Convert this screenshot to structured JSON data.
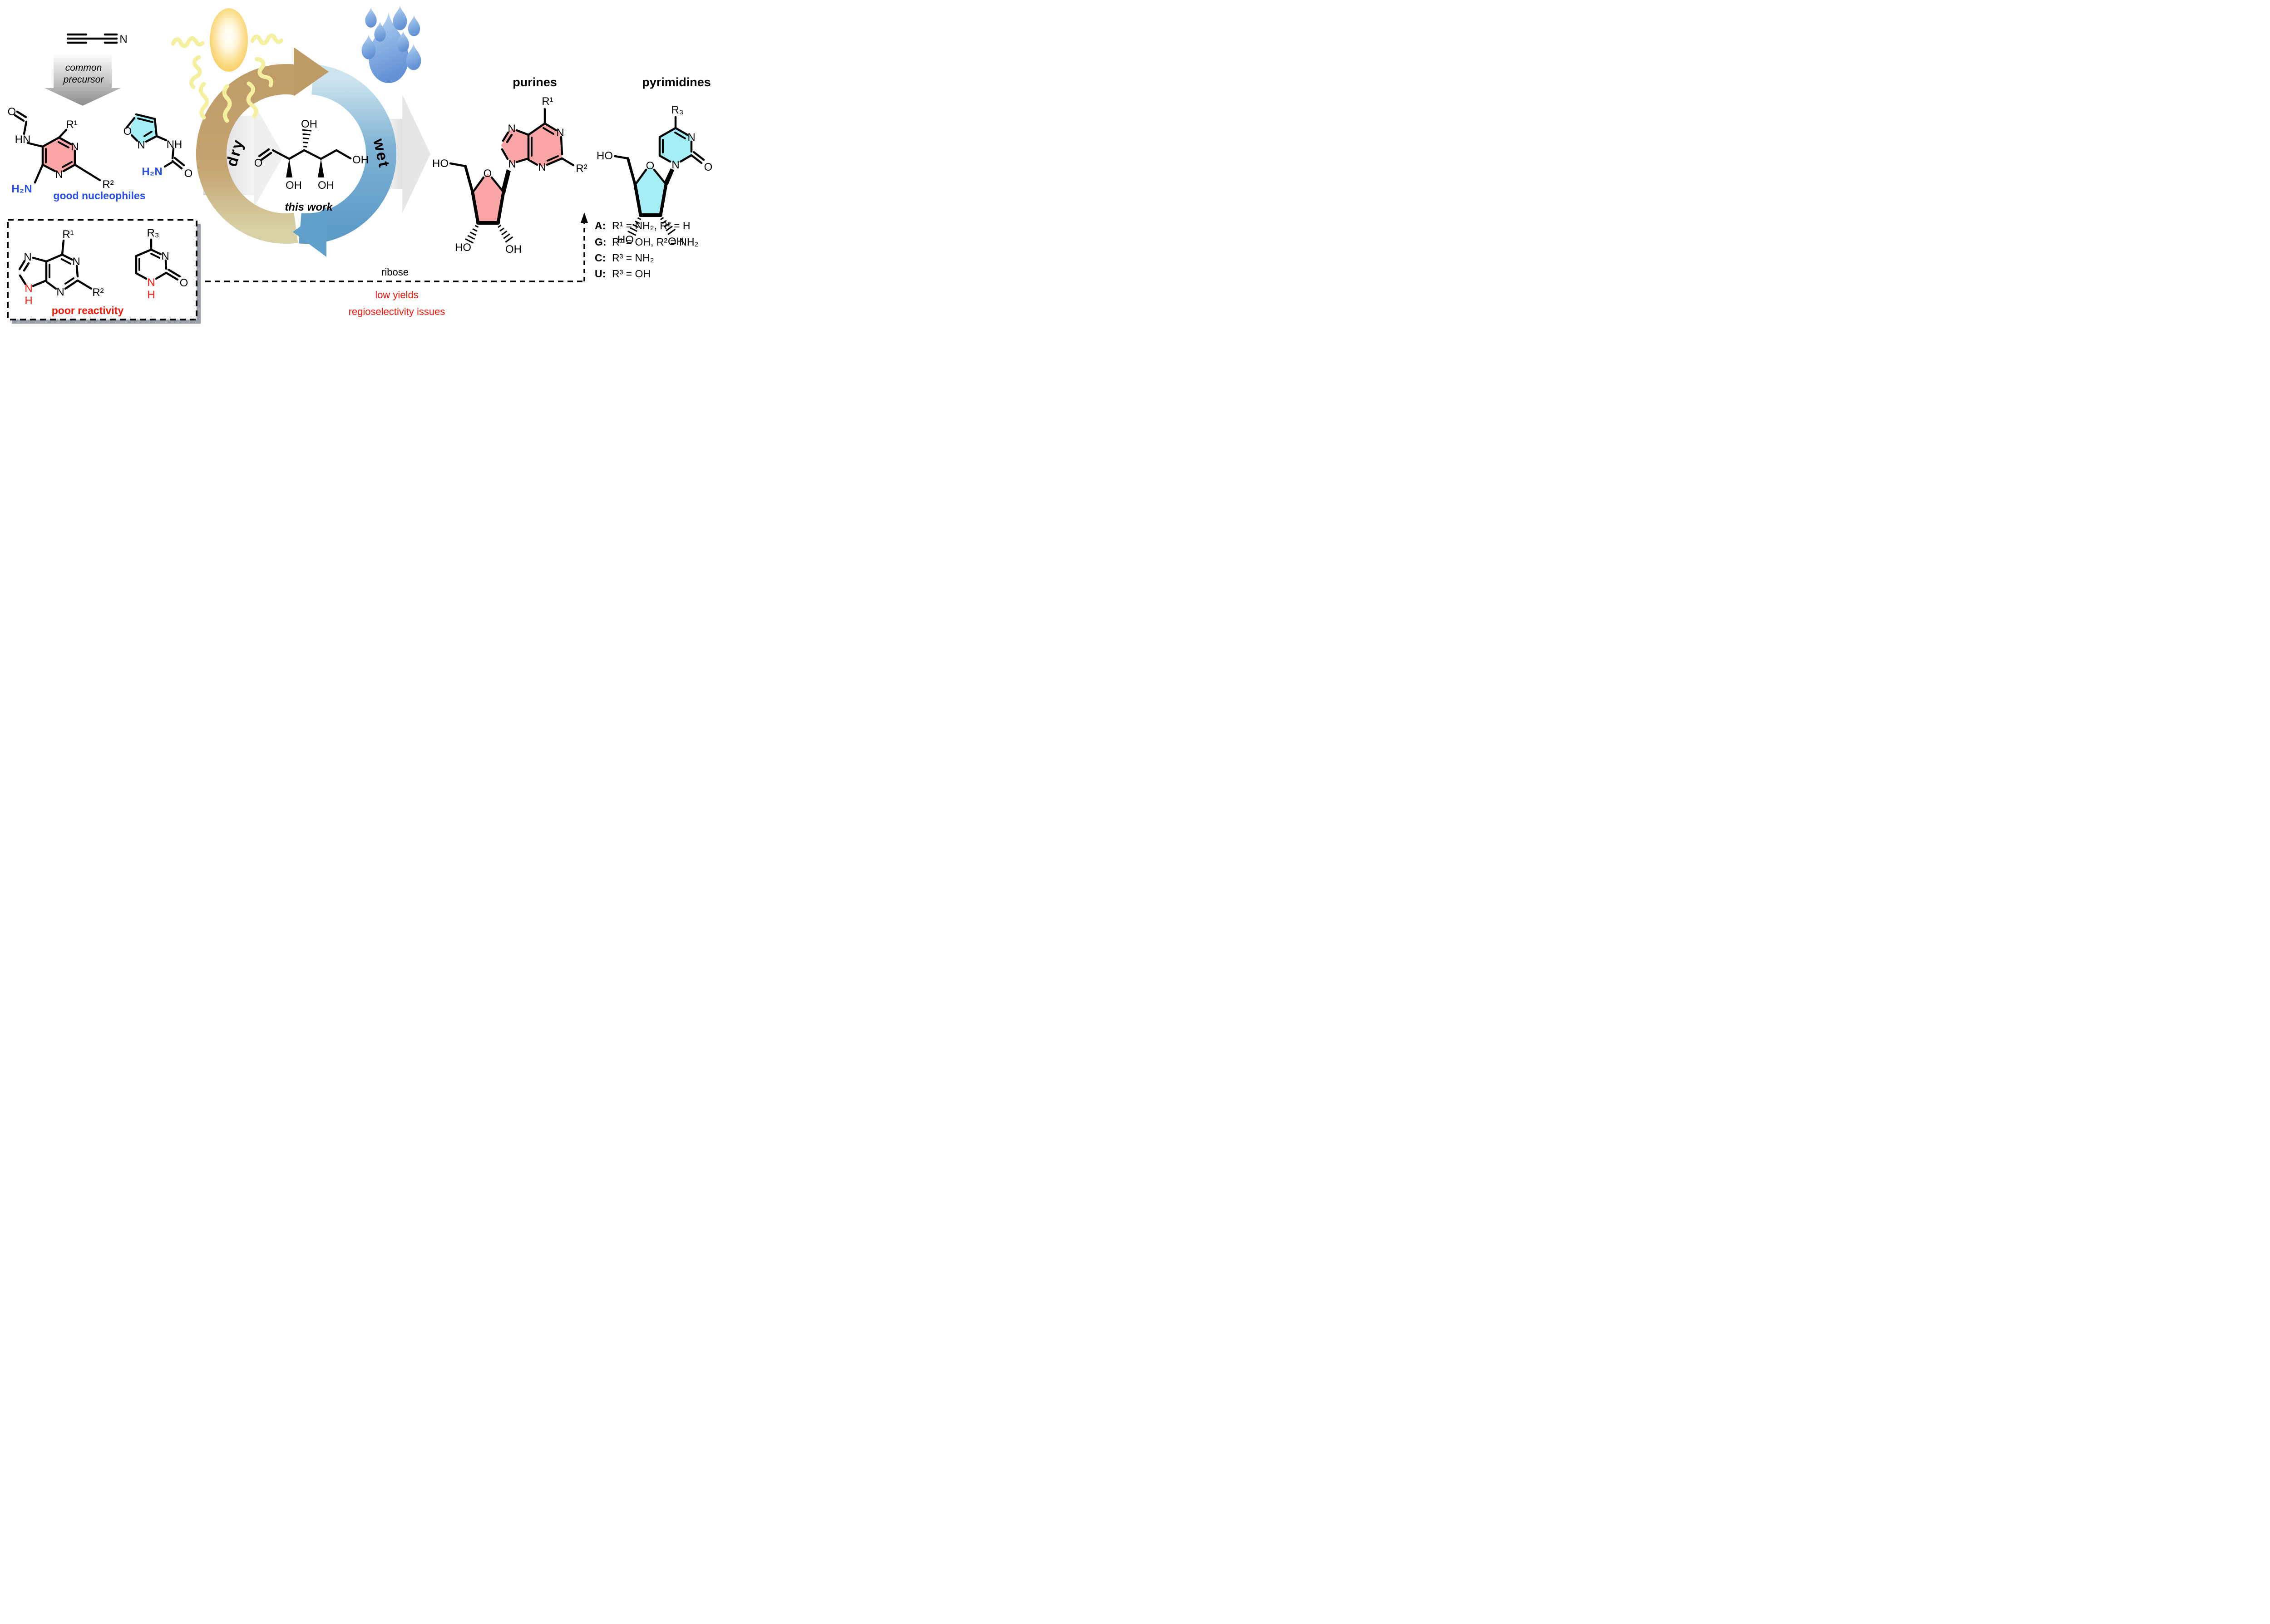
{
  "precursor": {
    "n": "N",
    "arrow_line1": "common",
    "arrow_line2": "precursor"
  },
  "nucleophiles": {
    "caption": "good nucleophiles",
    "pyrimidine": {
      "o": "O",
      "hn": "HN",
      "r1": "R¹",
      "n1": "N",
      "n2": "N",
      "h2n": "H₂N",
      "r2": "R²"
    },
    "isoxazole": {
      "o": "O",
      "n": "N",
      "nh": "NH",
      "h2n": "H₂N",
      "carbonyl_o": "O"
    }
  },
  "poor": {
    "caption": "poor reactivity",
    "purine": {
      "r1": "R¹",
      "n1": "N",
      "n3": "N",
      "n7": "N",
      "n9": "N",
      "h": "H",
      "r2": "R²"
    },
    "pyrimidinone": {
      "r3": "R₃",
      "n3": "N",
      "o": "O",
      "n1": "N",
      "h": "H"
    }
  },
  "cycle": {
    "dry": "dry",
    "wet": "wet",
    "caption": "this work",
    "ribose": {
      "o": "O",
      "oh_top": "OH",
      "oh_end": "OH",
      "oh_b1": "OH",
      "oh_b2": "OH"
    }
  },
  "purines": {
    "title": "purines",
    "r1": "R¹",
    "n1": "N",
    "n3": "N",
    "n7": "N",
    "n9": "N",
    "r2": "R²",
    "ho": "HO",
    "o_ring": "O",
    "ho2": "HO",
    "oh2": "OH"
  },
  "pyrimidines": {
    "title": "pyrimidines",
    "r3": "R₃",
    "n3": "N",
    "n1": "N",
    "o": "O",
    "ho": "HO",
    "o_ring": "O",
    "ho2": "HO",
    "oh2": "OH"
  },
  "legend": [
    {
      "key": "A:",
      "value": "R¹ = NH₂, R² = H"
    },
    {
      "key": "G:",
      "value": "R¹ = OH, R² = NH₂"
    },
    {
      "key": "C:",
      "value": "R³ = NH₂"
    },
    {
      "key": "U:",
      "value": "R³ = OH"
    }
  ],
  "bottom": {
    "ribose": "ribose",
    "line1": "low yields",
    "line2": "regioselectivity issues"
  },
  "colors": {
    "purine_highlight": "#FAA6A6",
    "pyrimidine_highlight": "#A5EEF6",
    "blue_text": "#2850EB",
    "red_text": "#F3170A",
    "dry_arc": "#C2A06E",
    "wet_arc": "#6FA8CE"
  }
}
